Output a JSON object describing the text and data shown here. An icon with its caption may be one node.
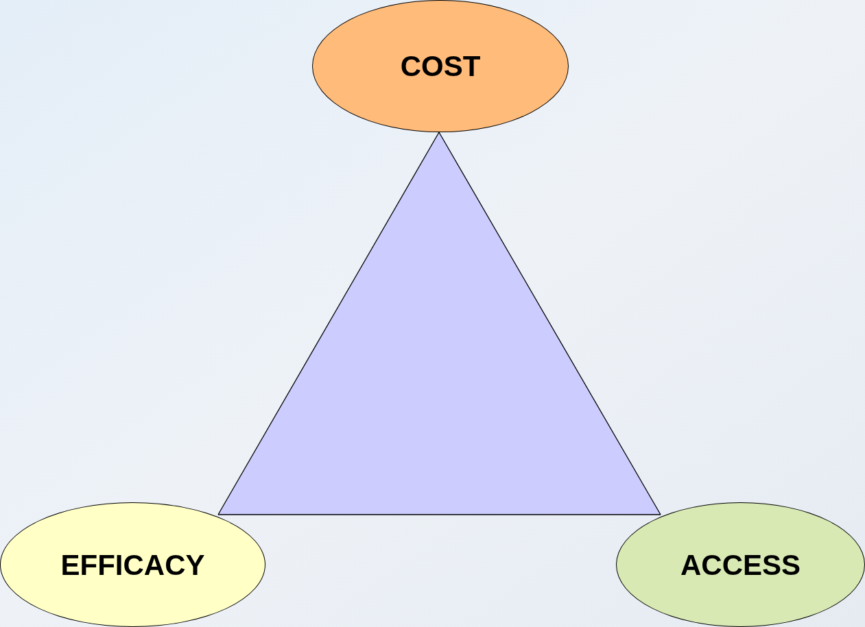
{
  "diagram": {
    "nodes": [
      {
        "text": [
          "COST"
        ]
      },
      {
        "text": [
          "EFFICACY"
        ]
      },
      {
        "text": [
          "ACCESS"
        ]
      }
    ],
    "edges": [
      {
        "from": 0,
        "to": 1,
        "arrow": "none"
      },
      {
        "from": 1,
        "to": 2,
        "arrow": "none"
      },
      {
        "from": 2,
        "to": 0,
        "arrow": "none"
      }
    ]
  }
}
